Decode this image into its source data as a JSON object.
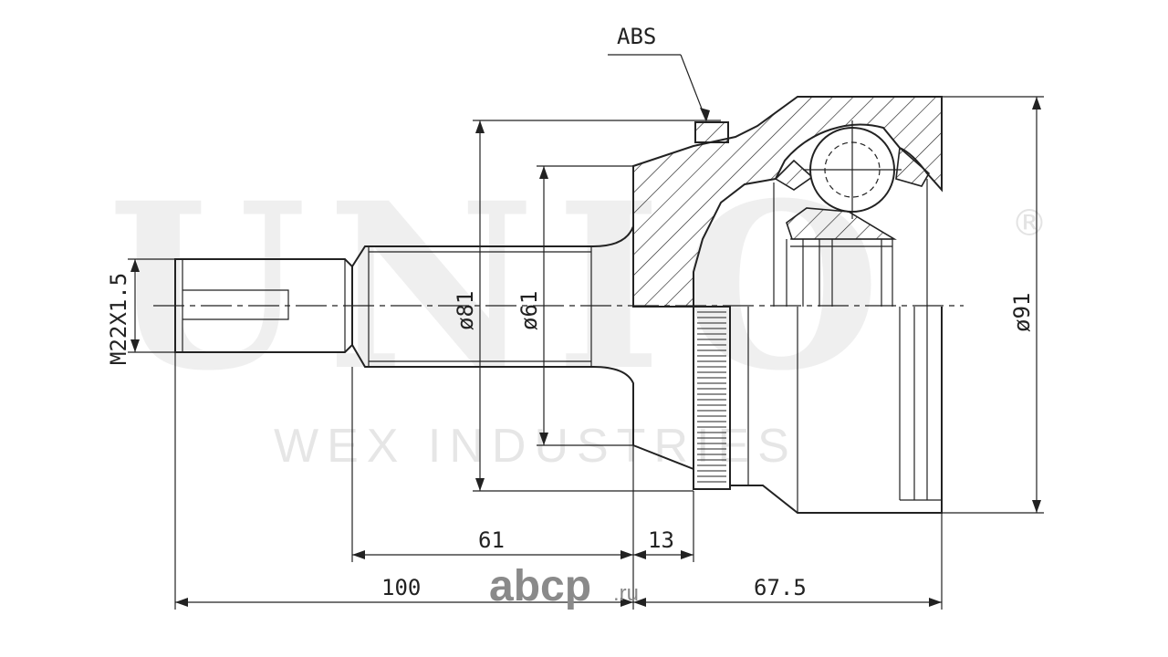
{
  "watermark": {
    "brand": "UNIO",
    "registered": "®",
    "company": "WEX INDUSTRIES"
  },
  "logo": {
    "name": "abcp",
    "domain": ".ru"
  },
  "labels": {
    "abs": "ABS",
    "thread": "M22X1.5",
    "dia_81": "ø81",
    "dia_61": "ø61",
    "dia_91": "ø91",
    "len_61": "61",
    "len_13": "13",
    "len_100": "100",
    "len_67_5": "67.5"
  },
  "colors": {
    "line": "#222222",
    "watermark": "#d2d2d2",
    "logo": "#8a8a8a"
  }
}
